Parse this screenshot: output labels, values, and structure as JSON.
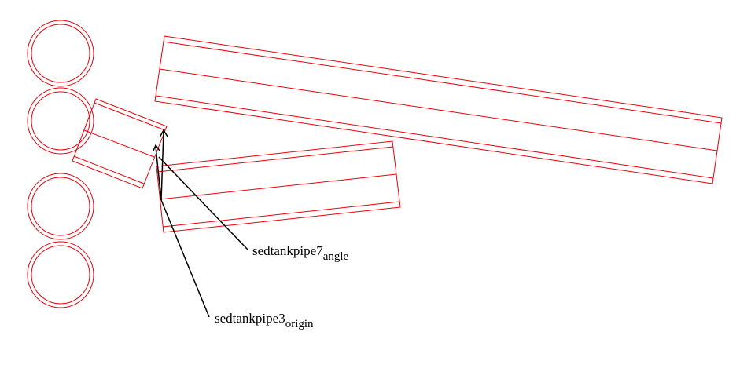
{
  "colors": {
    "outline": "#e8000d",
    "annotation": "#000000",
    "background": "#ffffff"
  },
  "labels": {
    "angle_label": {
      "main": "sedtankpipe7",
      "sub": "angle"
    },
    "origin_label": {
      "main": "sedtankpipe3",
      "sub": "origin"
    }
  }
}
